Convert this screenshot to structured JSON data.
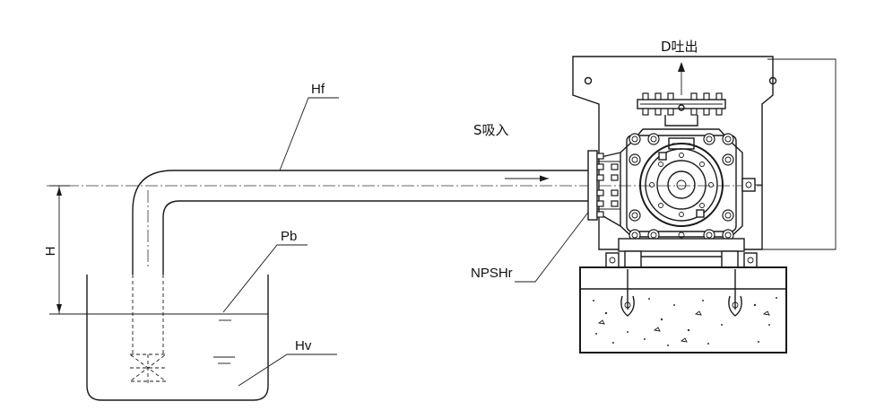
{
  "labels": {
    "discharge": "D吐出",
    "suction": "S吸入",
    "friction_head": "Hf",
    "height": "H",
    "atmospheric_pressure": "Pb",
    "npsh_required": "NPSHr",
    "vapor_pressure": "Hv"
  }
}
